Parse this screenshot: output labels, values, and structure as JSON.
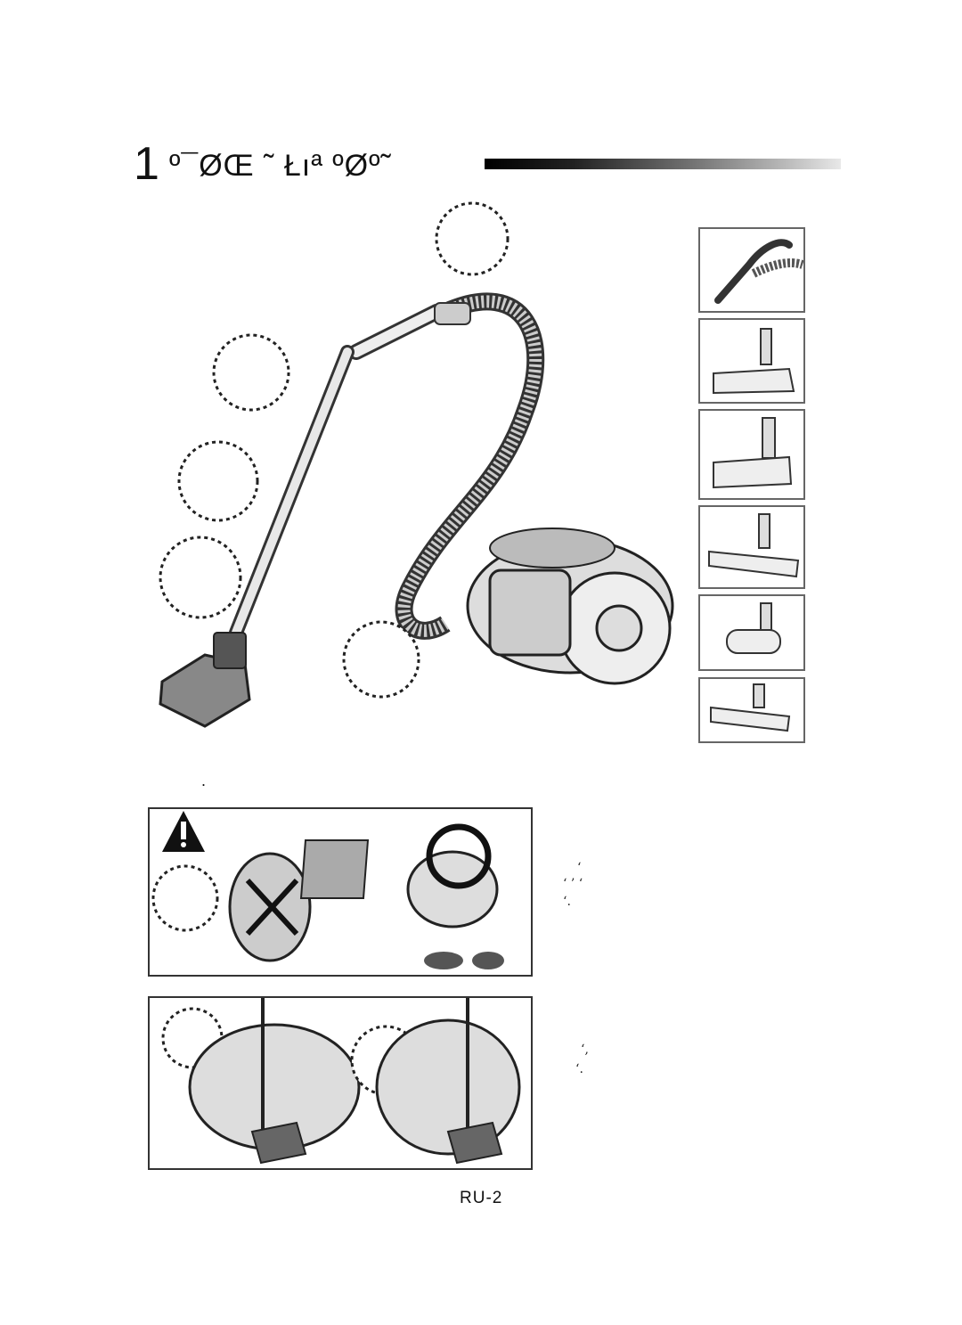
{
  "header": {
    "section_number": "1",
    "section_title": "º¯ØŒ ˜ Łıª ºØº˜"
  },
  "notes": {
    "dot": ".",
    "side_marks_1": [
      "‘",
      "‘ ’ ‘",
      "‘."
    ],
    "side_marks_2": [
      "‘,",
      "‘."
    ]
  },
  "footer": {
    "page_number": "RU-2"
  },
  "accessories": [
    {
      "name": "handle-hose-icon"
    },
    {
      "name": "floor-brush-icon"
    },
    {
      "name": "turbo-brush-icon"
    },
    {
      "name": "parquet-brush-icon"
    },
    {
      "name": "mini-turbo-icon"
    },
    {
      "name": "wide-brush-icon"
    }
  ]
}
